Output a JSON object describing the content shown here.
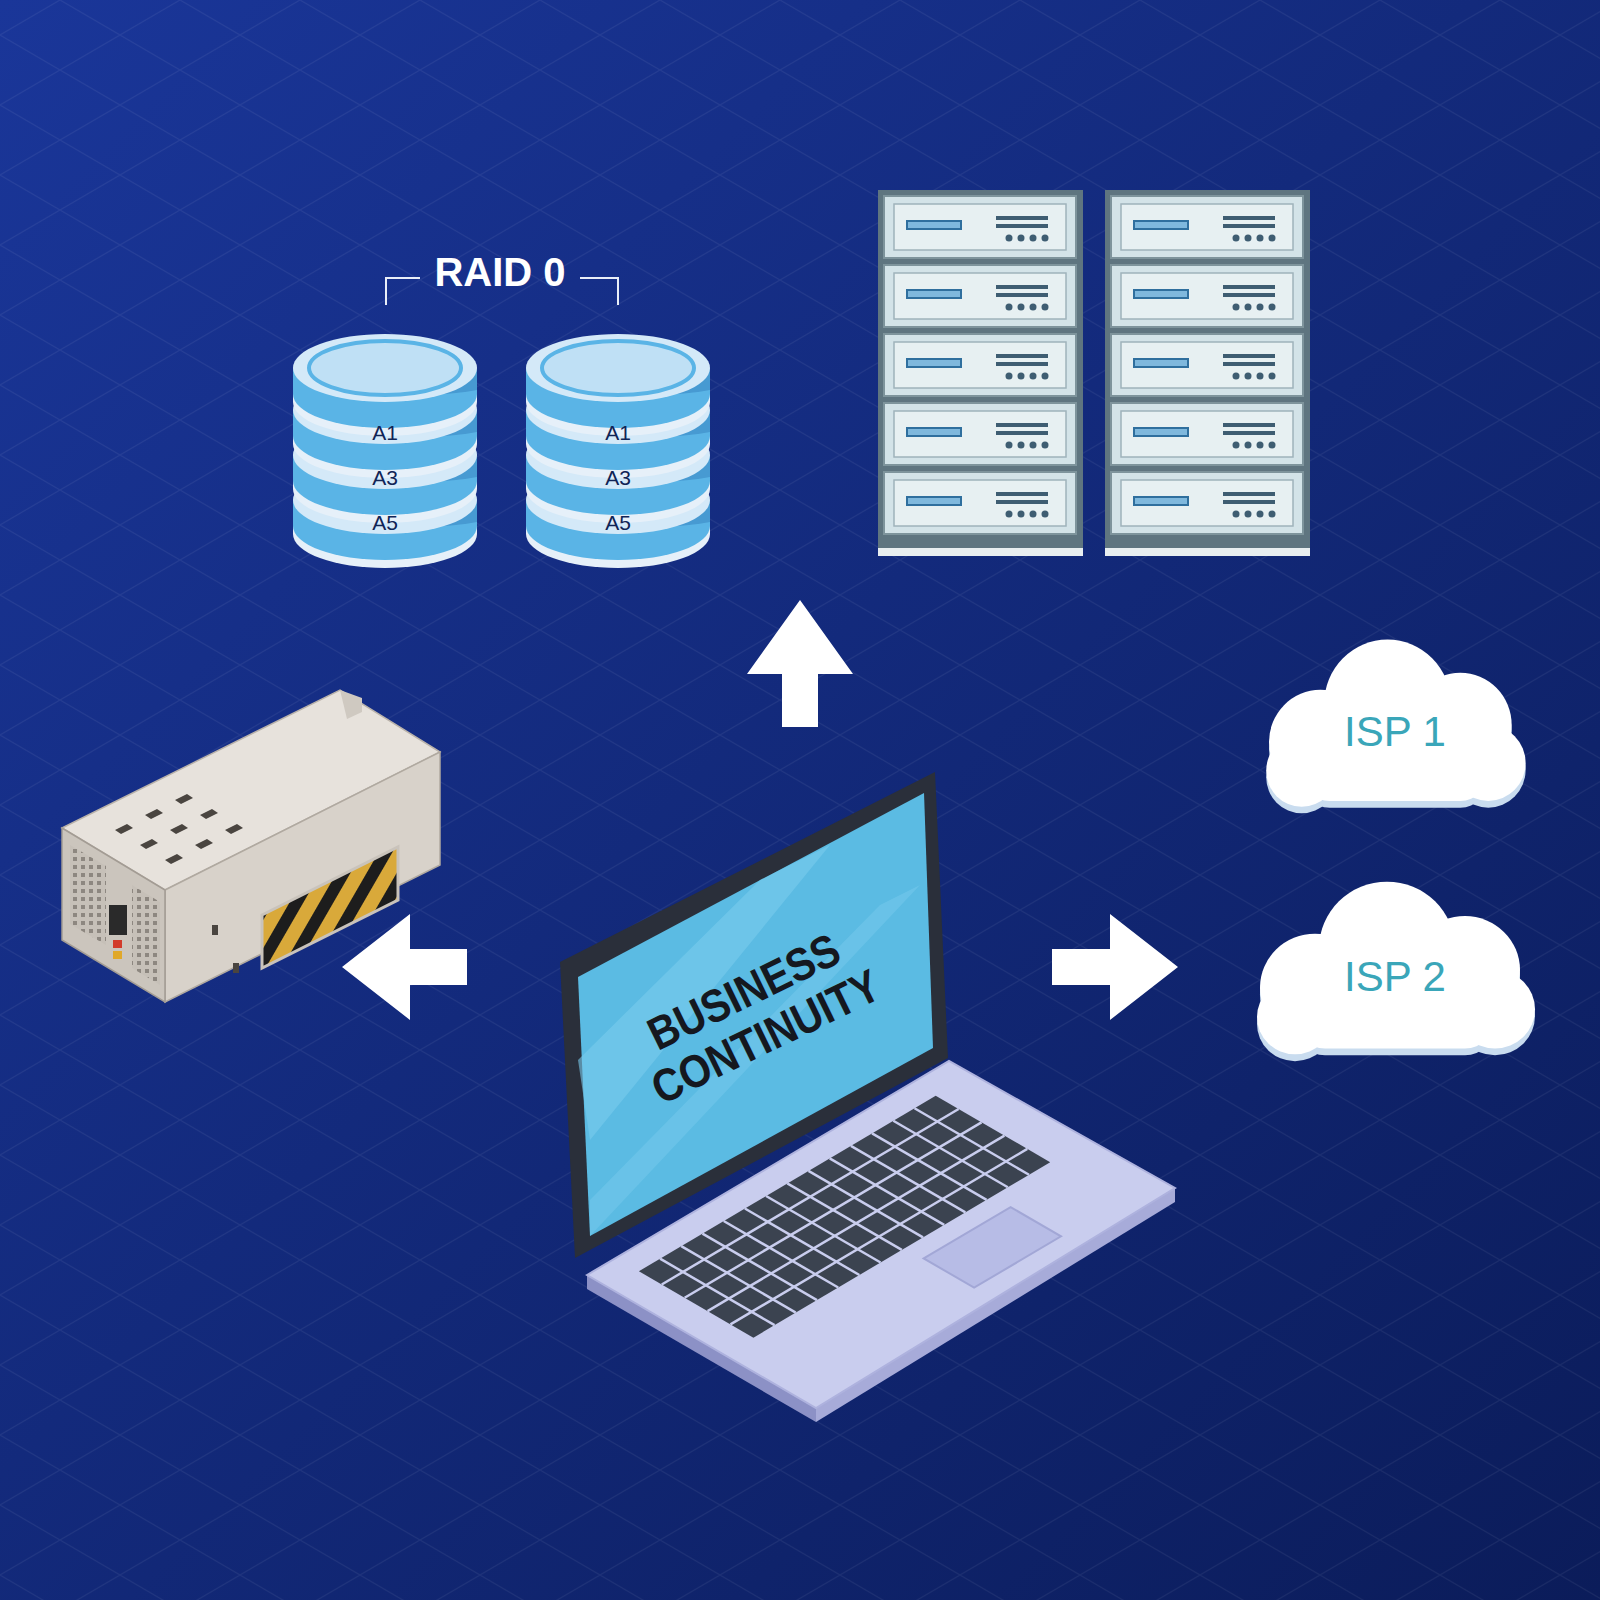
{
  "diagram": {
    "nodes": [
      {
        "text": [
          "A1",
          "A3",
          "A5"
        ]
      },
      {
        "text": [
          "A1",
          "A3",
          "A5"
        ]
      },
      {
        "text": [
          "ISP 1"
        ]
      },
      {
        "text": [
          "ISP 2"
        ]
      },
      {
        "text": [
          "BUSINESS CONTINUITY"
        ]
      }
    ],
    "labels": [
      "RAID 0"
    ]
  }
}
